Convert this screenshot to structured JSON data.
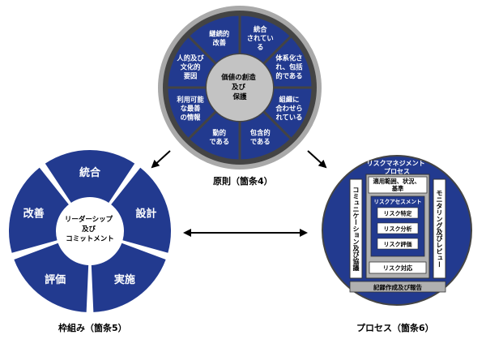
{
  "colors": {
    "navy": "#223a8f",
    "ring_dark": "#444444",
    "ring_light": "#a9a9a9",
    "hub": "#c3c3c3",
    "panel": "#b0b0b0",
    "white": "#ffffff",
    "black": "#000000"
  },
  "principles": {
    "hub": [
      "価値の創造",
      "及び",
      "保護"
    ],
    "segments": [
      [
        "統合",
        "されてい",
        "る"
      ],
      [
        "体系化さ",
        "れ、包括",
        "的である"
      ],
      [
        "組織に",
        "合わせら",
        "れている"
      ],
      [
        "包含的",
        "である"
      ],
      [
        "動的",
        "である"
      ],
      [
        "利用可能",
        "な最善",
        "の情報"
      ],
      [
        "人的及び",
        "文化的",
        "要因"
      ],
      [
        "継続的",
        "改善"
      ]
    ],
    "caption": "原則（箇条4）"
  },
  "framework": {
    "hub": [
      "リーダーシップ",
      "及び",
      "コミットメント"
    ],
    "segments": [
      "統合",
      "設計",
      "実施",
      "評価",
      "改善"
    ],
    "caption": "枠組み（箇条5）"
  },
  "process": {
    "title": [
      "リスクマネジメント",
      "プロセス"
    ],
    "scope": [
      "適用範囲、状況、",
      "基準"
    ],
    "assessment_title": "リスクアセスメント",
    "identification": "リスク特定",
    "analysis": "リスク分析",
    "evaluation": "リスク評価",
    "treatment": "リスク対応",
    "communication": "コミュニケーション及び協議",
    "monitoring": "モニタリング及びレビュー",
    "recording": "記録作成及び報告",
    "caption": "プロセス（箇条6）"
  }
}
